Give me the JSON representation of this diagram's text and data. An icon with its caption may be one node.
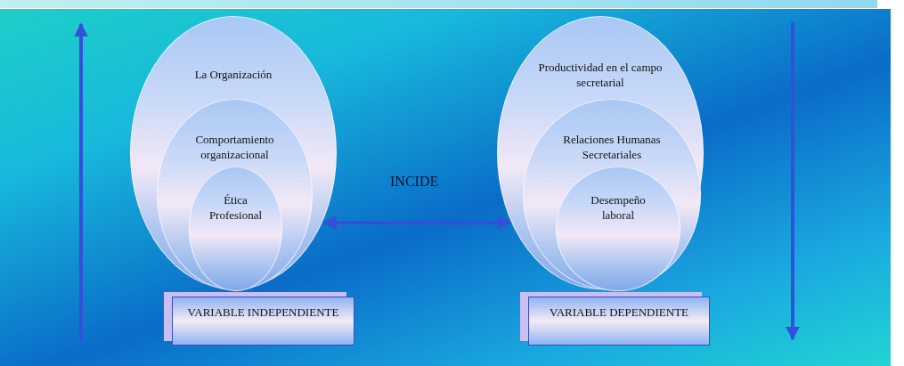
{
  "diagram": {
    "nodes": [
      {
        "text": [
          "La Organización"
        ]
      },
      {
        "text": [
          "Comportamiento organizacional"
        ],
        "in": 0
      },
      {
        "text": [
          "Ética Profesional"
        ],
        "in": 1
      },
      {
        "text": [
          "VARIABLE INDEPENDIENTE"
        ]
      },
      {
        "text": [
          "Productividad en el campo secretarial"
        ]
      },
      {
        "text": [
          "Relaciones Humanas Secretariales"
        ],
        "in": 4
      },
      {
        "text": [
          "Desempeño laboral"
        ],
        "in": 5
      },
      {
        "text": [
          "VARIABLE DEPENDIENTE"
        ]
      }
    ],
    "edges": [
      {
        "from": 0,
        "to": 4,
        "arrow": "both",
        "label": "INCIDE"
      }
    ]
  }
}
